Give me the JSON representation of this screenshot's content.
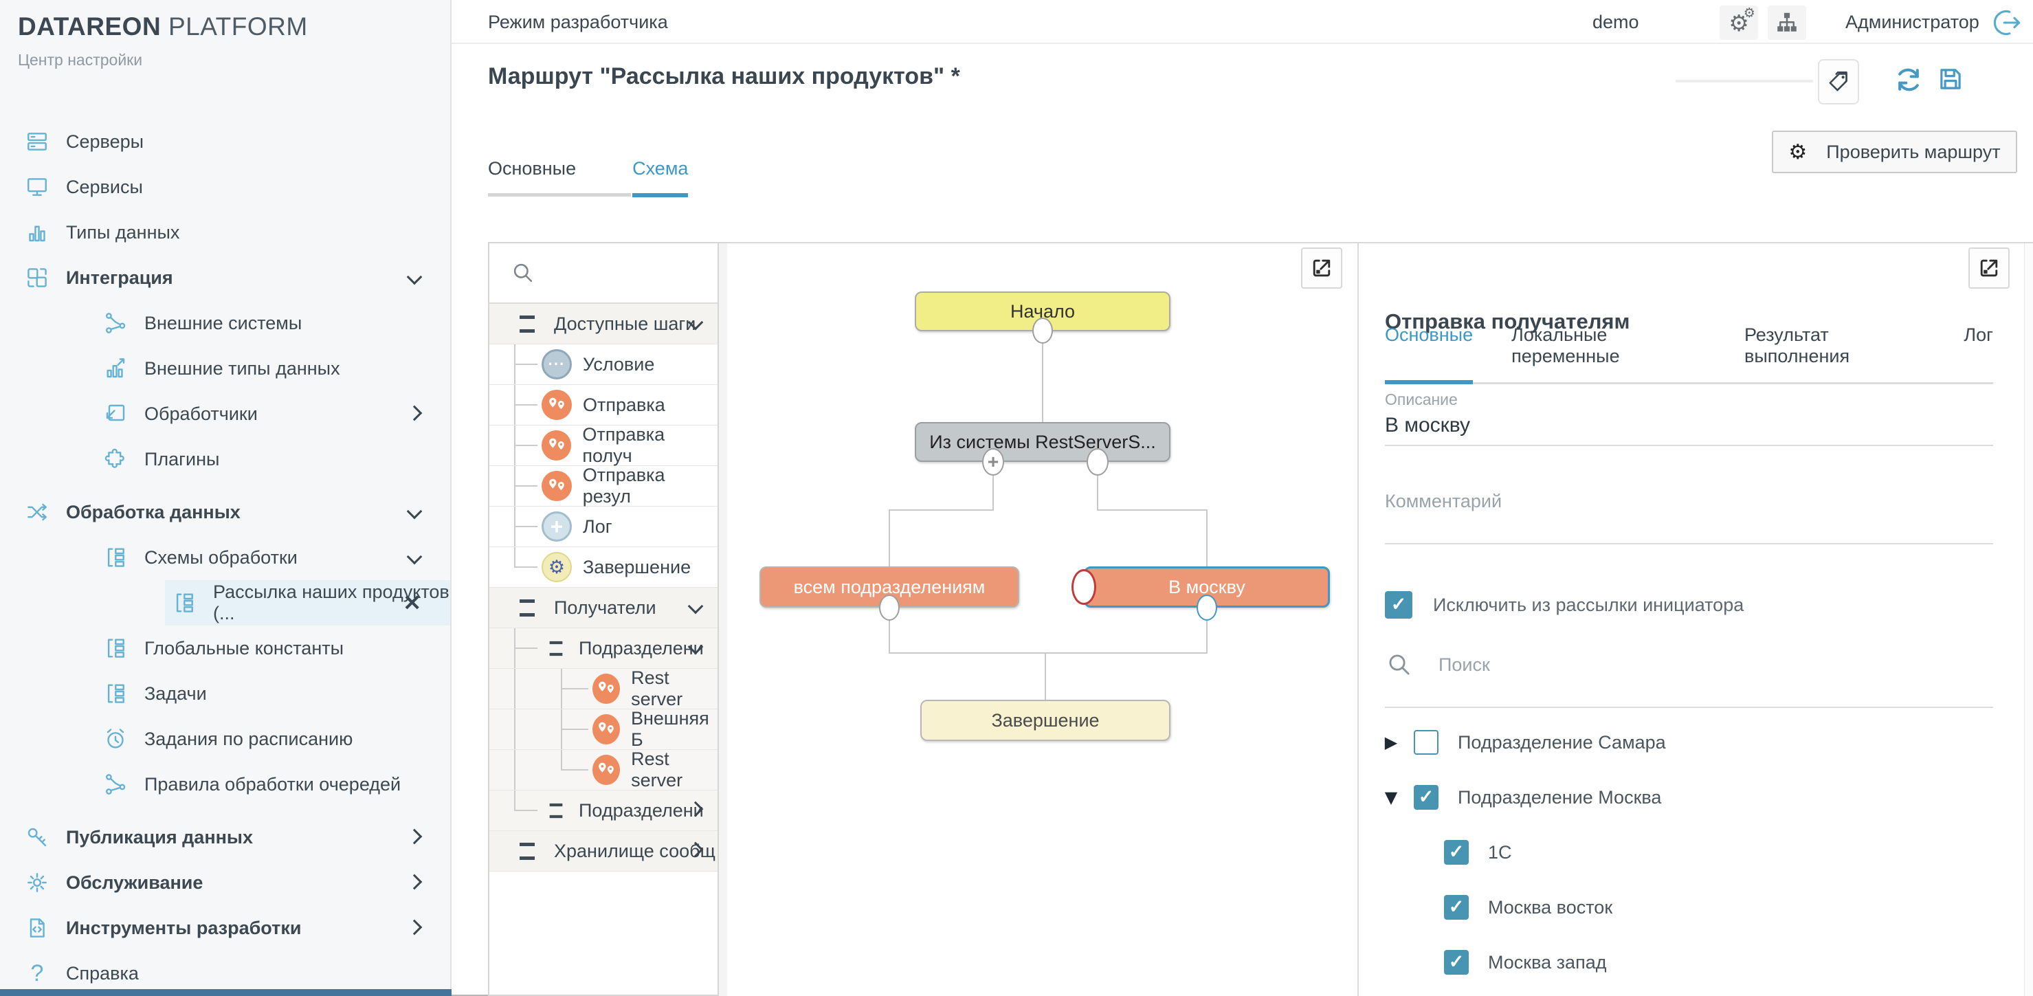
{
  "brand": {
    "name_bold": "DATAREON",
    "name_light": "PLATFORM",
    "subtitle": "Центр настройки"
  },
  "topbar": {
    "mode": "Режим разработчика",
    "env": "demo",
    "user": "Администратор"
  },
  "header": {
    "title": "Маршрут \"Рассылка наших продуктов\" *",
    "check_route": "Проверить маршрут",
    "tabs": [
      {
        "label": "Основные"
      },
      {
        "label": "Схема"
      }
    ]
  },
  "sidebar": {
    "items": [
      {
        "label": "Серверы"
      },
      {
        "label": "Сервисы"
      },
      {
        "label": "Типы данных"
      },
      {
        "label": "Интеграция"
      },
      {
        "label": "Внешние системы"
      },
      {
        "label": "Внешние типы данных"
      },
      {
        "label": "Обработчики"
      },
      {
        "label": "Плагины"
      },
      {
        "label": "Обработка данных"
      },
      {
        "label": "Схемы обработки"
      },
      {
        "label": "Рассылка наших продуктов (..."
      },
      {
        "label": "Глобальные константы"
      },
      {
        "label": "Задачи"
      },
      {
        "label": "Задания по расписанию"
      },
      {
        "label": "Правила обработки очередей"
      },
      {
        "label": "Публикация данных"
      },
      {
        "label": "Обслуживание"
      },
      {
        "label": "Инструменты разработки"
      },
      {
        "label": "Справка"
      }
    ]
  },
  "steps": {
    "groups": {
      "available": "Доступные шаги",
      "recipients": "Получатели",
      "storage": "Хранилище сообщ"
    },
    "items": {
      "condition": "Условие",
      "send": "Отправка",
      "send_to": "Отправка получ",
      "send_result": "Отправка резул",
      "log": "Лог",
      "finish": "Завершение",
      "subdivision1": "Подразделени",
      "rest1": "Rest server",
      "external": "Внешняя Б",
      "rest2": "Rest server",
      "subdivision2": "Подразделени"
    }
  },
  "canvas": {
    "nodes": {
      "start": "Начало",
      "from_system": "Из системы RestServerS...",
      "all_divisions": "всем подразделениям",
      "to_moscow": "В москву",
      "finish": "Завершение"
    },
    "selected_node": "В москву"
  },
  "inspector": {
    "title": "Отправка получателям",
    "tabs": [
      {
        "label": "Основные"
      },
      {
        "label": "Локальные переменные"
      },
      {
        "label": "Результат выполнения"
      },
      {
        "label": "Лог"
      }
    ],
    "description_label": "Описание",
    "description_value": "В москву",
    "comment_placeholder": "Комментарий",
    "exclude_label": "Исключить из рассылки инициатора",
    "search_placeholder": "Поиск",
    "recipients": [
      {
        "label": "Подразделение Самара",
        "checked": false,
        "expanded": false
      },
      {
        "label": "Подразделение Москва",
        "checked": true,
        "expanded": true
      },
      {
        "label": "1С",
        "checked": true
      },
      {
        "label": "Москва восток",
        "checked": true
      },
      {
        "label": "Москва запад",
        "checked": true
      }
    ]
  },
  "icons": {
    "search": "magnifier",
    "settings": "double-gear",
    "sitemap": "hierarchy",
    "logout": "circle-arrow-right",
    "tag": "tag",
    "refresh": "circular-arrows",
    "save": "floppy-disk",
    "expand": "resize-arrow",
    "close": "✕",
    "chevron_down": "∨",
    "chevron_right": "›",
    "group_handle": "≡",
    "triangle_collapsed": "▶",
    "triangle_expanded": "▼",
    "checkmark": "✓",
    "add_port": "+"
  },
  "colors": {
    "accent_blue": "#3d98c6",
    "icon_blue": "#66b2d4",
    "checkbox_teal": "#4795b3",
    "node_yellow": "#f1ee87",
    "node_gray": "#c3c8cb",
    "node_orange": "#ec9876",
    "node_cream": "#f8f2d0",
    "port_red": "#c23b3b",
    "sidebar_bg": "#f6f7f8"
  }
}
